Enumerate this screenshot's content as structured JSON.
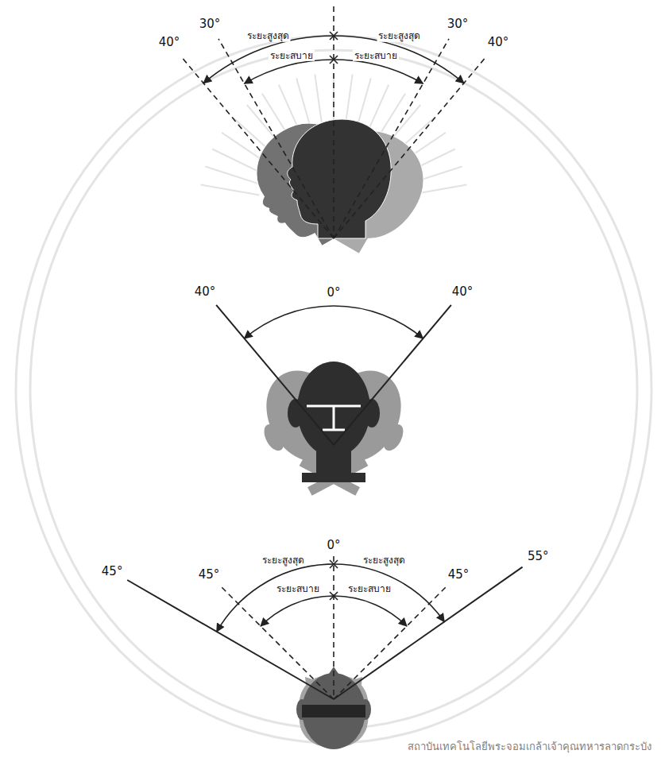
{
  "diagram": {
    "labels": [
      "40°",
      "30°",
      "ระยะสูงสุด",
      "ระยะสบาย",
      "ระยะสูงสุด",
      "ระยะสบาย",
      "30°",
      "40°",
      "0°",
      "40°",
      "40°",
      "0°",
      "45°",
      "ระยะสูงสุด",
      "45°",
      "ระยะสบาย",
      "ระยะสบาย",
      "ระยะสูงสุด",
      "45°",
      "55°",
      "สถาบันเทคโนโลยีพระจอมเกล้าเจ้าคุณทหารลาดกระบัง"
    ]
  }
}
